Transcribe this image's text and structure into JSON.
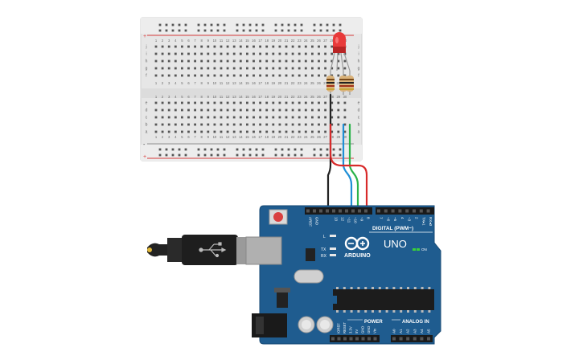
{
  "breadboard": {
    "column_numbers": [
      "1",
      "2",
      "3",
      "4",
      "5",
      "6",
      "7",
      "8",
      "9",
      "10",
      "11",
      "12",
      "13",
      "14",
      "15",
      "16",
      "17",
      "18",
      "19",
      "20",
      "21",
      "22",
      "23",
      "24",
      "25",
      "26",
      "27",
      "28",
      "29",
      "30"
    ],
    "top_row_letters": [
      "j",
      "i",
      "h",
      "g",
      "f"
    ],
    "bottom_row_letters": [
      "e",
      "d",
      "c",
      "b",
      "a"
    ],
    "rail_plus": "+",
    "rail_minus": "-"
  },
  "components": {
    "led": {
      "color": "#e83a3a",
      "type": "RGB LED"
    },
    "resistors": {
      "count": 3
    },
    "wires": [
      {
        "name": "black",
        "color": "#222222"
      },
      {
        "name": "blue",
        "color": "#1f8fd6"
      },
      {
        "name": "green",
        "color": "#2ab34a"
      },
      {
        "name": "red",
        "color": "#d82a2a"
      }
    ]
  },
  "arduino": {
    "board_color": "#1f5c8f",
    "brand": "ARDUINO",
    "model": "UNO",
    "digital_label": "DIGITAL (PWM~)",
    "power_label": "POWER",
    "analog_label": "ANALOG IN",
    "on_label": "ON",
    "led_labels": [
      "L",
      "TX",
      "RX"
    ],
    "top_pin_labels": [
      "AREF",
      "GND",
      "13",
      "12",
      "~11",
      "~10",
      "~9",
      "8",
      "7",
      "~6",
      "~5",
      "4",
      "~3",
      "2",
      "TX▸1",
      "RX◂0"
    ],
    "power_pin_labels": [
      "IOREF",
      "RESET",
      "3.3V",
      "5V",
      "GND",
      "GND",
      "Vin"
    ],
    "analog_pin_labels": [
      "A0",
      "A1",
      "A2",
      "A3",
      "A4",
      "A5"
    ]
  }
}
